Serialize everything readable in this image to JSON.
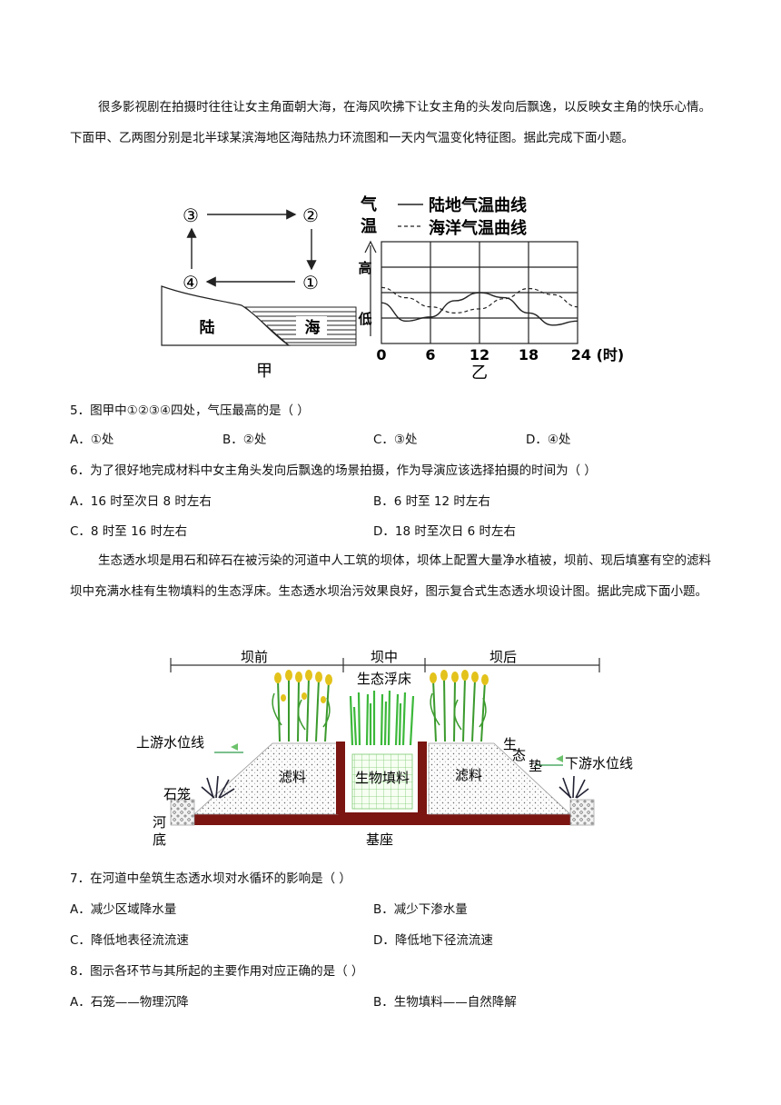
{
  "passage1": "很多影视剧在拍摄时往往让女主角面朝大海，在海风吹拂下让女主角的头发向后飘逸，以反映女主角的快乐心情。下面甲、乙两图分别是北半球某滨海地区海陆热力环流图和一天内气温变化特征图。据此完成下面小题。",
  "fig_jia": {
    "points": [
      "①",
      "②",
      "③",
      "④"
    ],
    "land": "陆",
    "sea": "海",
    "caption": "甲"
  },
  "fig_yi": {
    "ylabel_1": "气",
    "ylabel_2": "温",
    "legend_land": "陆地气温曲线",
    "legend_sea": "海洋气温曲线",
    "y_high": "高",
    "y_low": "低",
    "x_ticks": [
      "0",
      "6",
      "12",
      "18",
      "24 (时)"
    ],
    "caption": "乙"
  },
  "chart_data": {
    "type": "line",
    "x": [
      0,
      3,
      6,
      9,
      12,
      15,
      18,
      21,
      24
    ],
    "xlabel": "时",
    "ylabel": "气温",
    "series": [
      {
        "name": "陆地气温曲线",
        "style": "solid",
        "values": [
          0.4,
          0.22,
          0.26,
          0.42,
          0.5,
          0.45,
          0.3,
          0.18,
          0.22
        ]
      },
      {
        "name": "海洋气温曲线",
        "style": "dashed",
        "values": [
          0.55,
          0.45,
          0.36,
          0.3,
          0.34,
          0.44,
          0.54,
          0.48,
          0.36
        ]
      }
    ],
    "y_scale": "qualitative (低 to 高)",
    "grid": true
  },
  "q5": {
    "text": "5．图甲中①②③④四处，气压最高的是（    ）",
    "options": [
      "A．①处",
      "B．②处",
      "C．③处",
      "D．④处"
    ]
  },
  "q6": {
    "text": "6．为了很好地完成材料中女主角头发向后飘逸的场景拍摄，作为导演应该选择拍摄的时间为（    ）",
    "options": [
      "A．16 时至次日 8 时左右",
      "B．6 时至 12 时左右",
      "C．8 时至 16 时左右",
      "D．18 时至次日 6 时左右"
    ]
  },
  "passage2": "生态透水坝是用石和碎石在被污染的河道中人工筑的坝体，坝体上配置大量净水植被，坝前、现后填塞有空的滤料坝中充满水桂有生物填料的生态浮床。生态透水坝治污效果良好，图示复合式生态透水坝设计图。据此完成下面小题。",
  "fig_dam": {
    "front": "坝前",
    "middle": "坝中",
    "back": "坝后",
    "floating_bed": "生态浮床",
    "upstream": "上游水位线",
    "downstream": "下游水位线",
    "eco_pad_1": "生",
    "eco_pad_2": "态",
    "eco_pad_3": "垫",
    "gabion": "石笼",
    "riverbed_1": "河",
    "riverbed_2": "底",
    "filter": "滤料",
    "bio_filler": "生物填料",
    "base": "基座"
  },
  "q7": {
    "text": "7．在河道中垒筑生态透水坝对水循环的影响是（    ）",
    "options": [
      "A．减少区域降水量",
      "B．减少下渗水量",
      "C．降低地表径流流速",
      "D．降低地下径流流速"
    ]
  },
  "q8": {
    "text": "8．图示各环节与其所起的主要作用对应正确的是（    ）",
    "options": [
      "A．石笼——物理沉降",
      "B．生物填料——自然降解"
    ]
  }
}
